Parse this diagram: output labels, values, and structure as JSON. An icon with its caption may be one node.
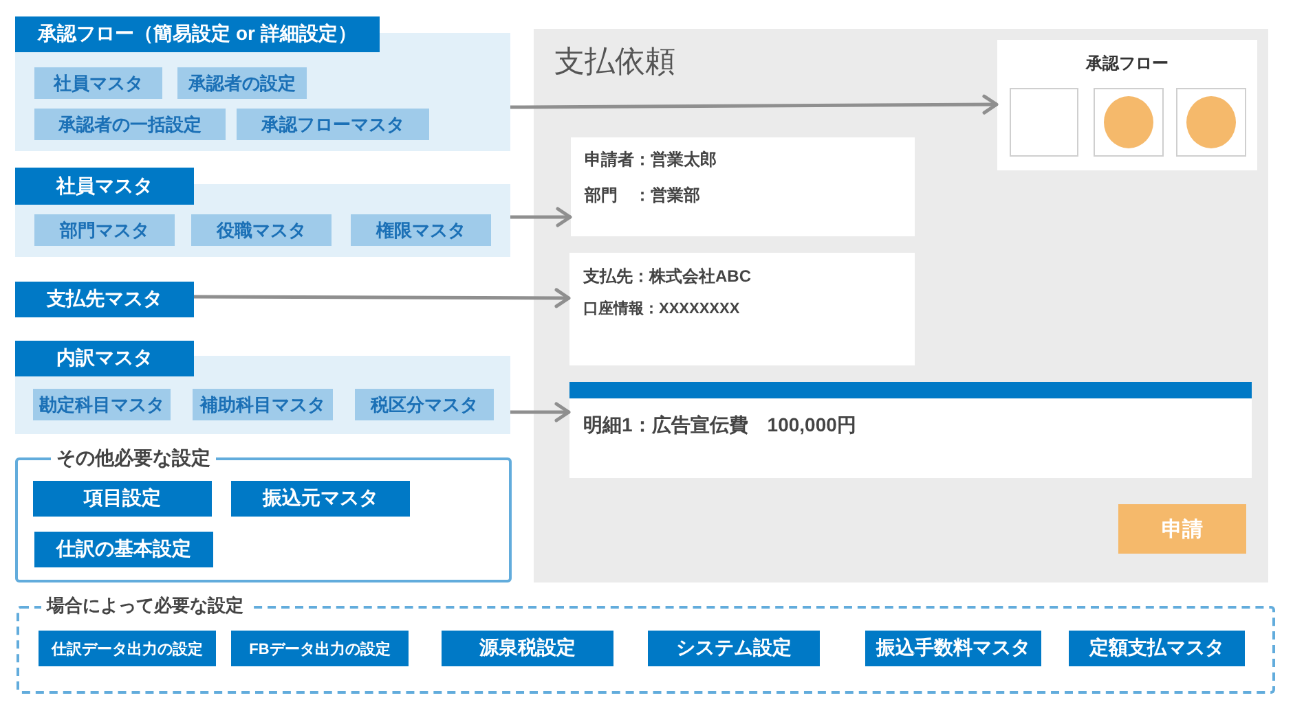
{
  "diagram": {
    "nodes": [
      {
        "text": [],
        "shape": "box"
      },
      {
        "text": [
          "承認フロー（簡易設定 or 詳細設定）"
        ],
        "in": 0
      },
      {
        "text": [
          "社員マスタ"
        ],
        "in": 0
      },
      {
        "text": [
          "承認者の設定"
        ],
        "in": 0
      },
      {
        "text": [
          "承認者の一括設定"
        ],
        "in": 0
      },
      {
        "text": [
          "承認フローマスタ"
        ],
        "in": 0
      },
      {
        "text": [],
        "shape": "box"
      },
      {
        "text": [
          "社員マスタ"
        ],
        "in": 6
      },
      {
        "text": [
          "部門マスタ"
        ],
        "in": 6
      },
      {
        "text": [
          "役職マスタ"
        ],
        "in": 6
      },
      {
        "text": [
          "権限マスタ"
        ],
        "in": 6
      },
      {
        "text": [
          "支払先マスタ"
        ]
      },
      {
        "text": [],
        "shape": "box"
      },
      {
        "text": [
          "内訳マスタ"
        ],
        "in": 12
      },
      {
        "text": [
          "勘定科目マスタ"
        ],
        "in": 12
      },
      {
        "text": [
          "補助科目マスタ"
        ],
        "in": 12
      },
      {
        "text": [
          "税区分マスタ"
        ],
        "in": 12
      },
      {
        "text": [
          "その他必要な設定"
        ]
      },
      {
        "text": [
          "項目設定"
        ],
        "in": 17
      },
      {
        "text": [
          "振込元マスタ"
        ],
        "in": 17
      },
      {
        "text": [
          "仕訳の基本設定"
        ],
        "in": 17
      },
      {
        "text": [
          "支払依頼"
        ]
      },
      {
        "text": [
          "承認フロー"
        ],
        "in": 21
      },
      {
        "text": [
          "申請者：営業太郎",
          "部門　：営業部"
        ],
        "in": 21
      },
      {
        "text": [
          "支払先：株式会社ABC",
          "口座情報：XXXXXXXX"
        ],
        "in": 21
      },
      {
        "text": [
          "明細1：広告宣伝費　100,000円"
        ],
        "in": 21
      },
      {
        "text": [
          "申請"
        ],
        "in": 21
      },
      {
        "text": [
          "場合によって必要な設定"
        ]
      },
      {
        "text": [
          "仕訳データ出力の設定"
        ],
        "in": 27
      },
      {
        "text": [
          "FBデータ出力の設定"
        ],
        "in": 27
      },
      {
        "text": [
          "源泉税設定"
        ],
        "in": 27
      },
      {
        "text": [
          "システム設定"
        ],
        "in": 27
      },
      {
        "text": [
          "振込手数料マスタ"
        ],
        "in": 27
      },
      {
        "text": [
          "定額支払マスタ"
        ],
        "in": 27
      }
    ],
    "edges": [
      {
        "from": 0,
        "to": 22,
        "arrow": "to"
      },
      {
        "from": 6,
        "to": 23,
        "arrow": "to"
      },
      {
        "from": 11,
        "to": 24,
        "arrow": "to"
      },
      {
        "from": 12,
        "to": 25,
        "arrow": "to"
      }
    ]
  }
}
